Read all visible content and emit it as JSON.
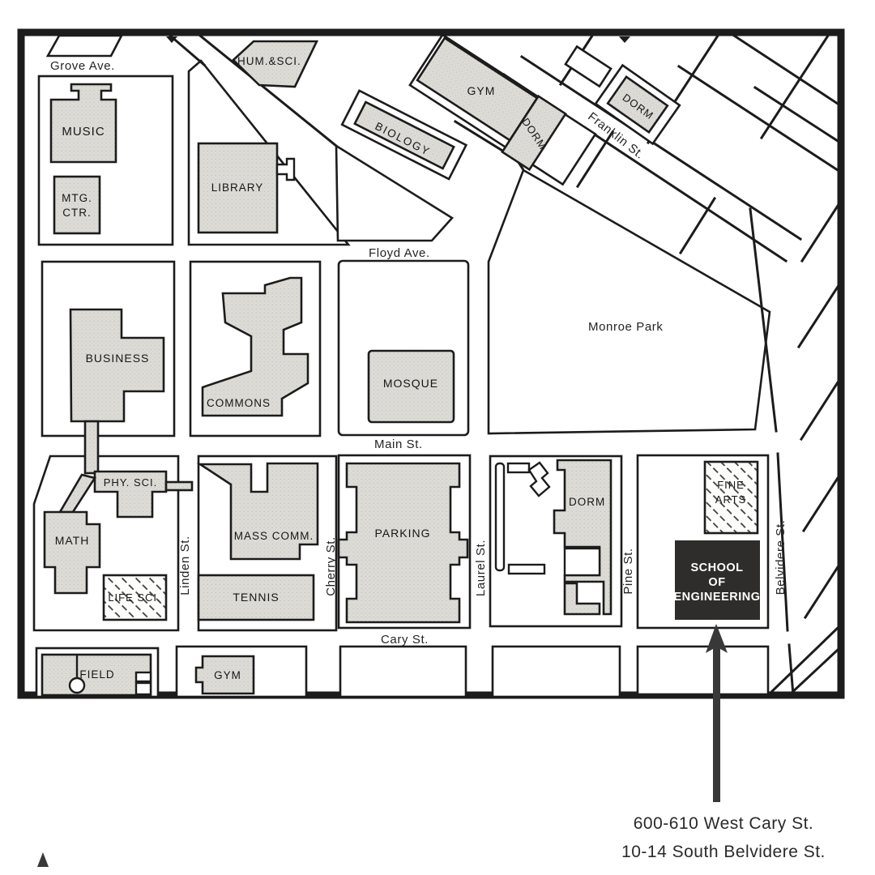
{
  "streets": {
    "grove": "Grove Ave.",
    "floyd": "Floyd Ave.",
    "main": "Main St.",
    "cary": "Cary St.",
    "franklin": "Franklin St.",
    "linden": "Linden St.",
    "cherry": "Cherry St.",
    "laurel": "Laurel St.",
    "pine": "Pine St.",
    "belvidere": "Belvidere St."
  },
  "places": {
    "monroe_park": "Monroe Park"
  },
  "buildings": {
    "music": "MUSIC",
    "mtg_ctr": [
      "MTG.",
      "CTR."
    ],
    "library": "LIBRARY",
    "hum_sci": "HUM.&SCI.",
    "biology": "BIOLOGY",
    "gym_north": "GYM",
    "dorm_gym": "DORM",
    "dorm_franklin": "DORM",
    "business": "BUSINESS",
    "commons": "COMMONS",
    "mosque": "MOSQUE",
    "phy_sci": "PHY. SCI.",
    "math": "MATH",
    "life_sci": "LIFE SCI.",
    "mass_comm": "MASS COMM.",
    "tennis": "TENNIS",
    "parking": "PARKING",
    "dorm_cary": "DORM",
    "fine_arts": [
      "FINE",
      "ARTS"
    ],
    "school_of_engineering": [
      "SCHOOL",
      "OF",
      "ENGINEERING"
    ],
    "field": "FIELD",
    "gym_south": "GYM"
  },
  "annotation": {
    "address_line1": "600-610 West Cary St.",
    "address_line2": "10-14 South Belvidere St."
  },
  "colors": {
    "ink": "#1c1c1c",
    "paper": "#ffffff",
    "building_fill": "#d9d8d3",
    "highlight_building": "#2e2d2b",
    "arrow": "#383838"
  }
}
